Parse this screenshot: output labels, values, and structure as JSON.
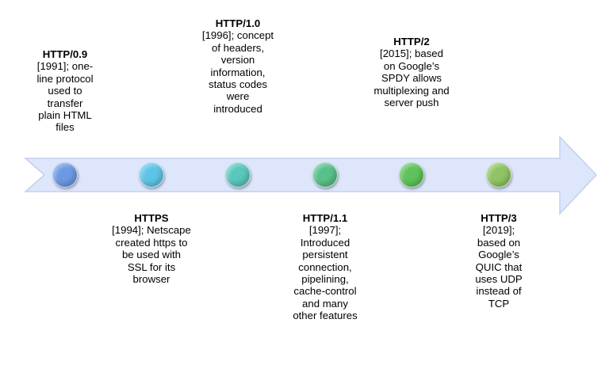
{
  "colors": {
    "arrow_fill": "#dde6fb",
    "arrow_stroke": "#c3d0ef",
    "dot_http09": "#6c99e3",
    "dot_https": "#5ec4e6",
    "dot_http10": "#5ac6bd",
    "dot_http11": "#58c08a",
    "dot_http2": "#5fc25b",
    "dot_http3": "#8ec462"
  },
  "events": [
    {
      "title": "HTTP/0.9",
      "text": "[1991]; one-line protocol used to transfer plain HTML files"
    },
    {
      "title": "HTTPS",
      "text": "[1994]; Netscape created https to be used with SSL for its browser"
    },
    {
      "title": "HTTP/1.0",
      "text": "[1996]; concept of headers, version information, status codes were introduced"
    },
    {
      "title": "HTTP/1.1",
      "text": "[1997]; Introduced persistent connection, pipelining, cache-control and many other features"
    },
    {
      "title": "HTTP/2",
      "text": "[2015]; based on Google’s SPDY allows multiplexing and server push"
    },
    {
      "title": "HTTP/3",
      "text": "[2019]; based on Google’s QUIC that uses UDP instead of TCP"
    }
  ]
}
